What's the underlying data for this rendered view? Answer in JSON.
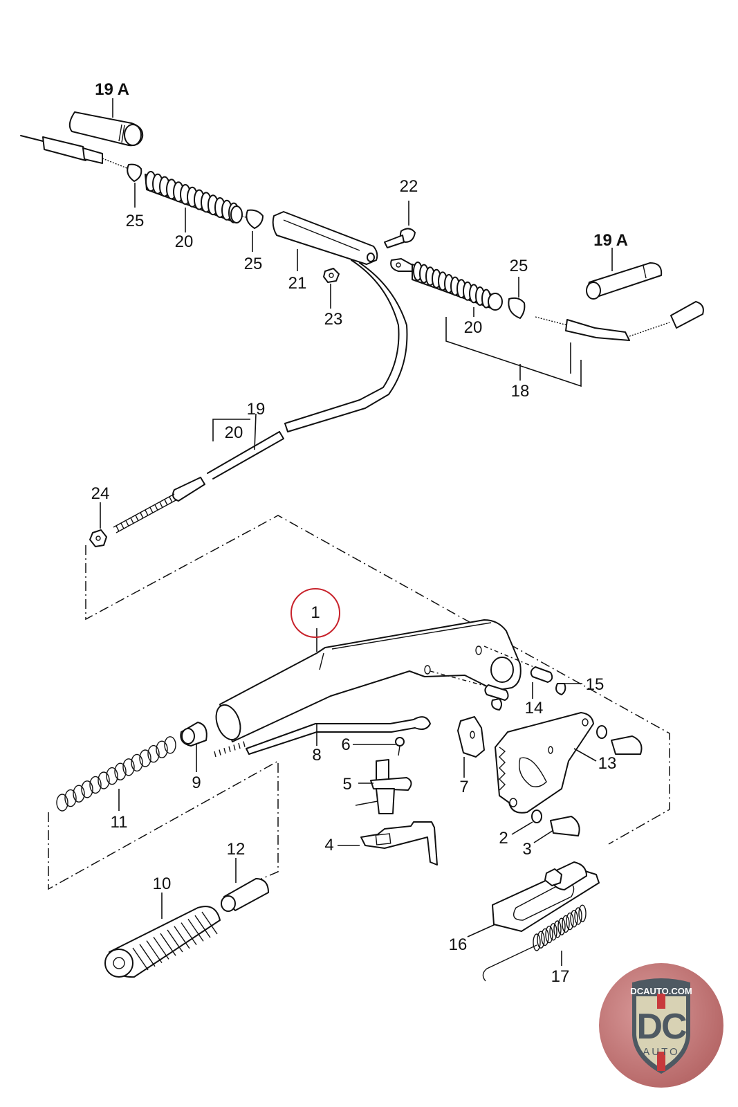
{
  "diagram": {
    "title": "Parking brake lever and cables exploded view",
    "highlight_color": "#c8232c",
    "highlighted_part": "1",
    "callouts": [
      {
        "id": "19a-top",
        "text": "19 A",
        "bold": true
      },
      {
        "id": "25-a",
        "text": "25"
      },
      {
        "id": "20-a",
        "text": "20"
      },
      {
        "id": "25-b",
        "text": "25"
      },
      {
        "id": "21",
        "text": "21"
      },
      {
        "id": "22",
        "text": "22"
      },
      {
        "id": "23",
        "text": "23"
      },
      {
        "id": "19a-right",
        "text": "19 A",
        "bold": true
      },
      {
        "id": "25-c",
        "text": "25"
      },
      {
        "id": "20-b",
        "text": "20"
      },
      {
        "id": "18",
        "text": "18"
      },
      {
        "id": "19",
        "text": "19"
      },
      {
        "id": "20-c",
        "text": "20"
      },
      {
        "id": "24",
        "text": "24"
      },
      {
        "id": "1",
        "text": "1"
      },
      {
        "id": "15",
        "text": "15"
      },
      {
        "id": "14",
        "text": "14"
      },
      {
        "id": "8",
        "text": "8"
      },
      {
        "id": "6",
        "text": "6"
      },
      {
        "id": "7",
        "text": "7"
      },
      {
        "id": "13",
        "text": "13"
      },
      {
        "id": "9",
        "text": "9"
      },
      {
        "id": "5",
        "text": "5"
      },
      {
        "id": "11",
        "text": "11"
      },
      {
        "id": "2",
        "text": "2"
      },
      {
        "id": "3",
        "text": "3"
      },
      {
        "id": "4",
        "text": "4"
      },
      {
        "id": "12",
        "text": "12"
      },
      {
        "id": "10",
        "text": "10"
      },
      {
        "id": "16",
        "text": "16"
      },
      {
        "id": "17",
        "text": "17"
      }
    ]
  },
  "watermark": {
    "site": "DCAUTO.COM",
    "mark": "DC",
    "sub": "AUTO",
    "colors": {
      "shield": "#d8d2b4",
      "text": "#4e5962",
      "stripe": "#c8393c",
      "background": "#b86a6a"
    }
  }
}
